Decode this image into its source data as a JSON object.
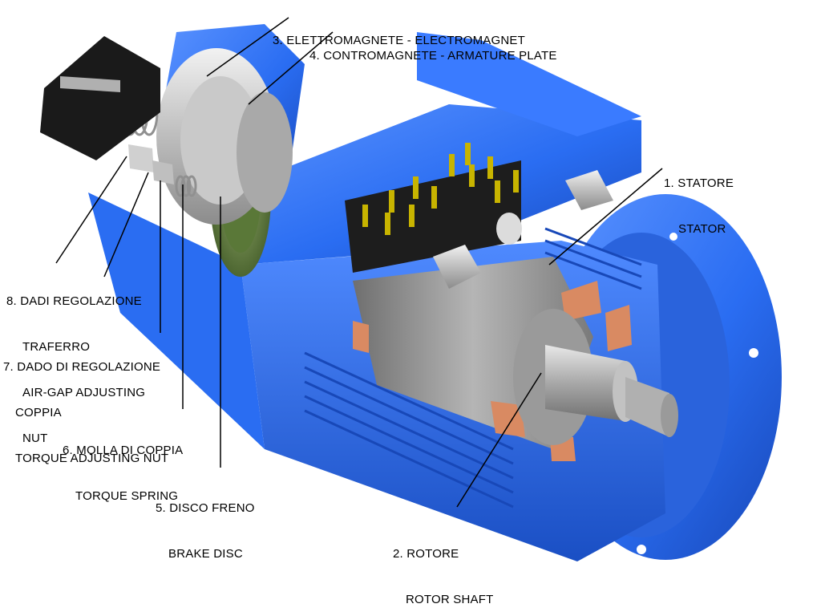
{
  "colors": {
    "housing_blue": "#2a6df2",
    "housing_dark": "#1848b8",
    "housing_light": "#5b93ff",
    "stator_grey": "#8a8a8a",
    "copper": "#d98a62",
    "brake_disc": "#6e8a4a",
    "pin_yellow": "#c8b400",
    "knob_black": "#1a1a1a",
    "leader_line": "#000000"
  },
  "labels": {
    "electromagnet": {
      "line1": "3. ELETTROMAGNETE - ELECTROMAGNET"
    },
    "armature": {
      "line1": "4. CONTROMAGNETE - ARMATURE PLATE"
    },
    "stator": {
      "line1": "1. STATORE",
      "line2": "STATOR"
    },
    "airgap": {
      "line1": "8. DADI REGOLAZIONE",
      "line2": "TRAFERRO",
      "line3": "AIR-GAP ADJUSTING",
      "line4": "NUT"
    },
    "torque_nut": {
      "line1": "7. DADO DI REGOLAZIONE",
      "line2": "COPPIA",
      "line3": "TORQUE ADJUSTING NUT"
    },
    "spring": {
      "line1": "6. MOLLA DI COPPIA",
      "line2": "TORQUE SPRING"
    },
    "brake_disc": {
      "line1": "5. DISCO FRENO",
      "line2": "BRAKE DISC"
    },
    "rotor": {
      "line1": "2. ROTORE",
      "line2": "ROTOR SHAFT"
    }
  }
}
